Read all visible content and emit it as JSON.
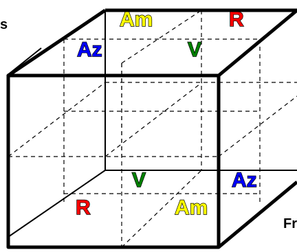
{
  "edge_labels": {
    "top_left": "s",
    "bottom_right": "Fr"
  },
  "top_face_labels": [
    {
      "text": "Am",
      "color": "yellow"
    },
    {
      "text": "R",
      "color": "red"
    },
    {
      "text": "Az",
      "color": "blue"
    },
    {
      "text": "V",
      "color": "green"
    }
  ],
  "bottom_face_labels": [
    {
      "text": "V",
      "color": "green"
    },
    {
      "text": "Az",
      "color": "blue"
    },
    {
      "text": "R",
      "color": "red"
    },
    {
      "text": "Am",
      "color": "yellow"
    }
  ],
  "colors": {
    "yellow": "#ffff00",
    "red": "#ff0000",
    "blue": "#0000ff",
    "green": "#008000"
  }
}
